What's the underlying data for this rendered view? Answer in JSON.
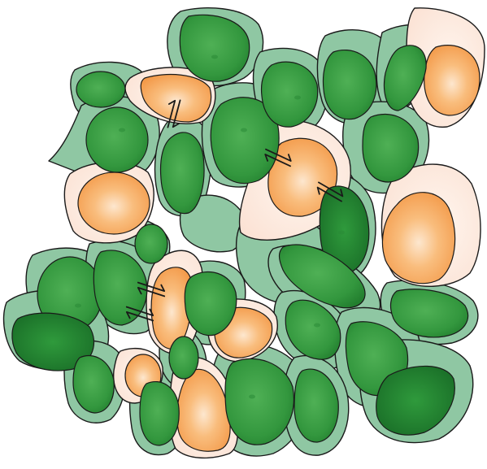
{
  "diagram": {
    "colors": {
      "green_cell_fill": "#8fc7a3",
      "green_nucleus": "#3a9a45",
      "green_nucleus_dark": "#1e7d2e",
      "orange_cell_fill": "#fde9df",
      "orange_nucleus": "#f6a85a",
      "orange_nucleus_light": "#fdd3a8",
      "outline": "#1a1a1a"
    },
    "cell_types": [
      "green-cell",
      "orange-cell"
    ],
    "arrow_icon": "double-arrow-exchange-icon",
    "arrow_count": 5
  }
}
